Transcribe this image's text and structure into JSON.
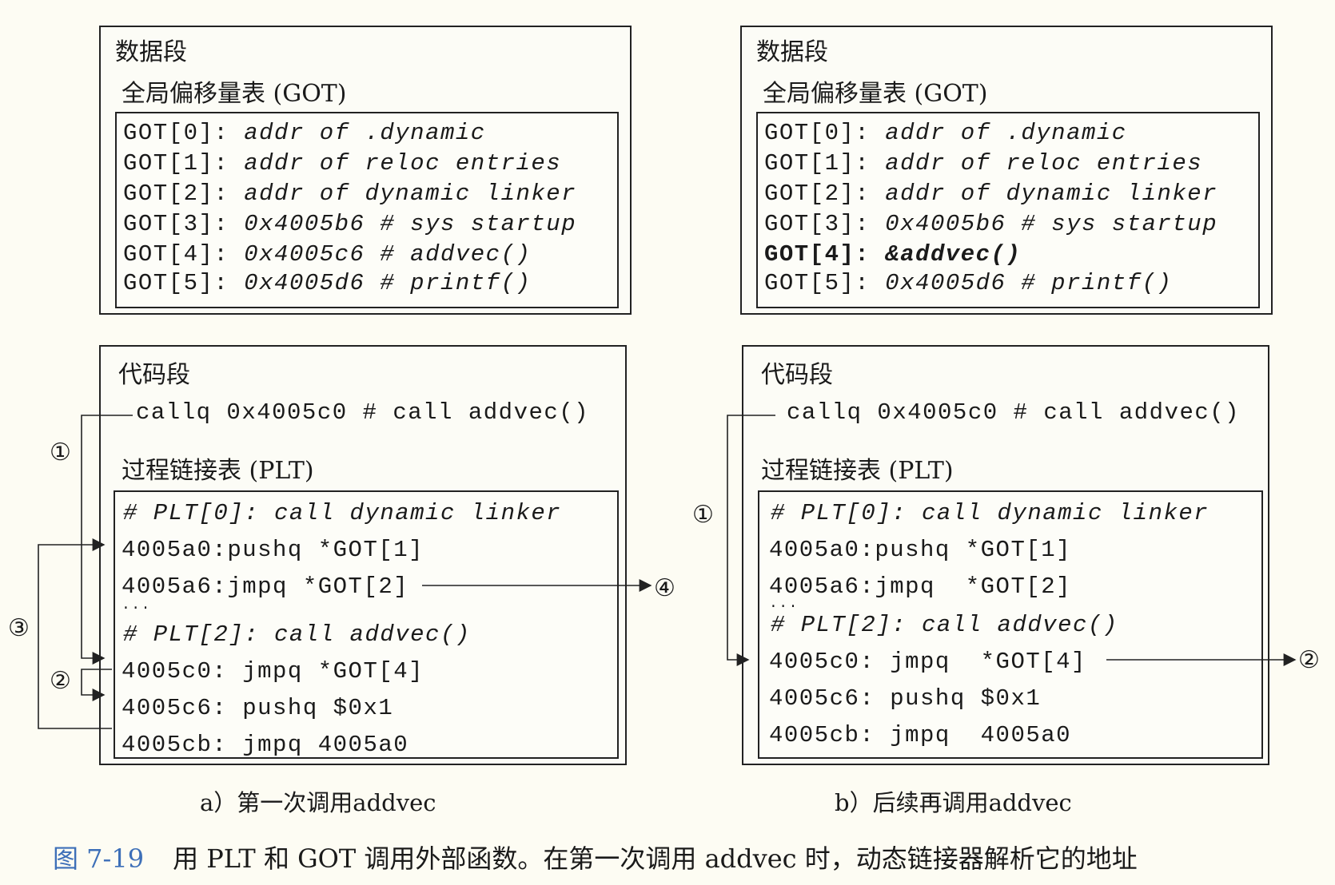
{
  "panels": [
    {
      "data_segment": {
        "title": "数据段",
        "got_title": "全局偏移量表 (GOT)",
        "got_rows": [
          {
            "label": "GOT[0]:",
            "value": "addr of .dynamic",
            "bold": false
          },
          {
            "label": "GOT[1]:",
            "value": "addr of reloc entries",
            "bold": false
          },
          {
            "label": "GOT[2]:",
            "value": "addr of dynamic linker",
            "bold": false
          },
          {
            "label": "GOT[3]:",
            "value": "0x4005b6 # sys startup",
            "bold": false
          },
          {
            "label": "GOT[4]:",
            "value": "0x4005c6 # addvec()",
            "bold": false
          },
          {
            "label": "GOT[5]:",
            "value": "0x4005d6 # printf()",
            "bold": false
          }
        ]
      },
      "code_segment": {
        "title": "代码段",
        "call_line": "callq 0x4005c0 # call addvec()",
        "plt_title": "过程链接表 (PLT)",
        "plt_rows": [
          "# PLT[0]: call dynamic linker",
          "4005a0:pushq *GOT[1]",
          "4005a6:jmpq *GOT[2]",
          "...",
          "# PLT[2]: call addvec()",
          "4005c0: jmpq *GOT[4]",
          "4005c6: pushq $0x1",
          "4005cb: jmpq 4005a0"
        ]
      },
      "step_markers": [
        "①",
        "②",
        "③",
        "④"
      ],
      "subcaption": "a）第一次调用addvec"
    },
    {
      "data_segment": {
        "title": "数据段",
        "got_title": "全局偏移量表 (GOT)",
        "got_rows": [
          {
            "label": "GOT[0]:",
            "value": "addr of .dynamic",
            "bold": false
          },
          {
            "label": "GOT[1]:",
            "value": "addr of reloc entries",
            "bold": false
          },
          {
            "label": "GOT[2]:",
            "value": "addr of dynamic linker",
            "bold": false
          },
          {
            "label": "GOT[3]:",
            "value": "0x4005b6 # sys startup",
            "bold": false
          },
          {
            "label": "GOT[4]:",
            "value": "&addvec()",
            "bold": true
          },
          {
            "label": "GOT[5]:",
            "value": "0x4005d6 # printf()",
            "bold": false
          }
        ]
      },
      "code_segment": {
        "title": "代码段",
        "call_line": "callq 0x4005c0 # call addvec()",
        "plt_title": "过程链接表 (PLT)",
        "plt_rows": [
          "# PLT[0]: call dynamic linker",
          "4005a0:pushq *GOT[1]",
          "4005a6:jmpq  *GOT[2]",
          "...",
          "# PLT[2]: call addvec()",
          "4005c0: jmpq  *GOT[4]",
          "4005c6: pushq $0x1",
          "4005cb: jmpq  4005a0"
        ]
      },
      "step_markers": [
        "①",
        "②"
      ],
      "subcaption": "b）后续再调用addvec"
    }
  ],
  "caption": {
    "figure_number": "图 7-19",
    "text": "用 PLT 和 GOT 调用外部函数。在第一次调用 addvec 时，动态链接器解析它的地址"
  },
  "colors": {
    "figure_label": "#3d6fb8",
    "background": "#fdfcf3",
    "line": "#222222"
  }
}
